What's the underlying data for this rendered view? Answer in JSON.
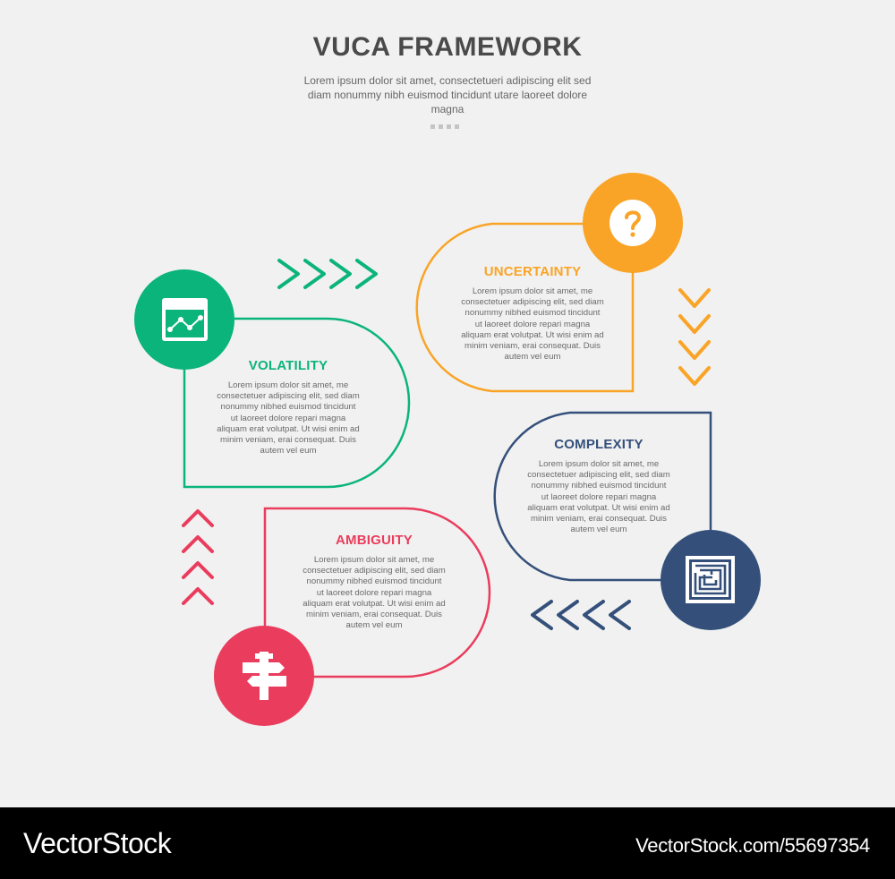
{
  "header": {
    "title": "VUCA FRAMEWORK",
    "subtitle": "Lorem ipsum dolor sit amet, consectetueri adipiscing elit sed diam nonummy nibh euismod tincidunt utare laoreet dolore magna"
  },
  "colors": {
    "volatility": "#0bb47a",
    "uncertainty": "#f9a426",
    "complexity": "#34507a",
    "ambiguity": "#ea3c5c",
    "background": "#f1f1f1"
  },
  "cards": {
    "volatility": {
      "title": "VOLATILITY",
      "body": "Lorem ipsum dolor sit amet, me consectetuer adipiscing elit, sed diam nonummy nibhed euismod tincidunt ut laoreet dolore repari magna aliquam erat volutpat. Ut wisi enim ad minim veniam, erai consequat. Duis autem vel eum",
      "icon": "chart-window-icon"
    },
    "uncertainty": {
      "title": "UNCERTAINTY",
      "body": "Lorem ipsum dolor sit amet, me consectetuer adipiscing elit, sed diam nonummy nibhed euismod tincidunt ut laoreet dolore repari magna aliquam erat volutpat. Ut wisi enim ad minim veniam, erai consequat. Duis autem vel eum",
      "icon": "question-mark-icon"
    },
    "complexity": {
      "title": "COMPLEXITY",
      "body": "Lorem ipsum dolor sit amet, me consectetuer adipiscing elit, sed diam nonummy nibhed euismod tincidunt ut laoreet dolore repari magna aliquam erat volutpat. Ut wisi enim ad minim veniam, erai consequat. Duis autem vel eum",
      "icon": "maze-icon"
    },
    "ambiguity": {
      "title": "AMBIGUITY",
      "body": "Lorem ipsum dolor sit amet, me consectetuer adipiscing elit, sed diam nonummy nibhed euismod tincidunt ut laoreet dolore repari magna aliquam erat volutpat. Ut wisi enim ad minim veniam, erai consequat. Duis autem vel eum",
      "icon": "signpost-icon"
    }
  },
  "footer": {
    "brand": "VectorStock",
    "id": "VectorStock.com/55697354"
  }
}
